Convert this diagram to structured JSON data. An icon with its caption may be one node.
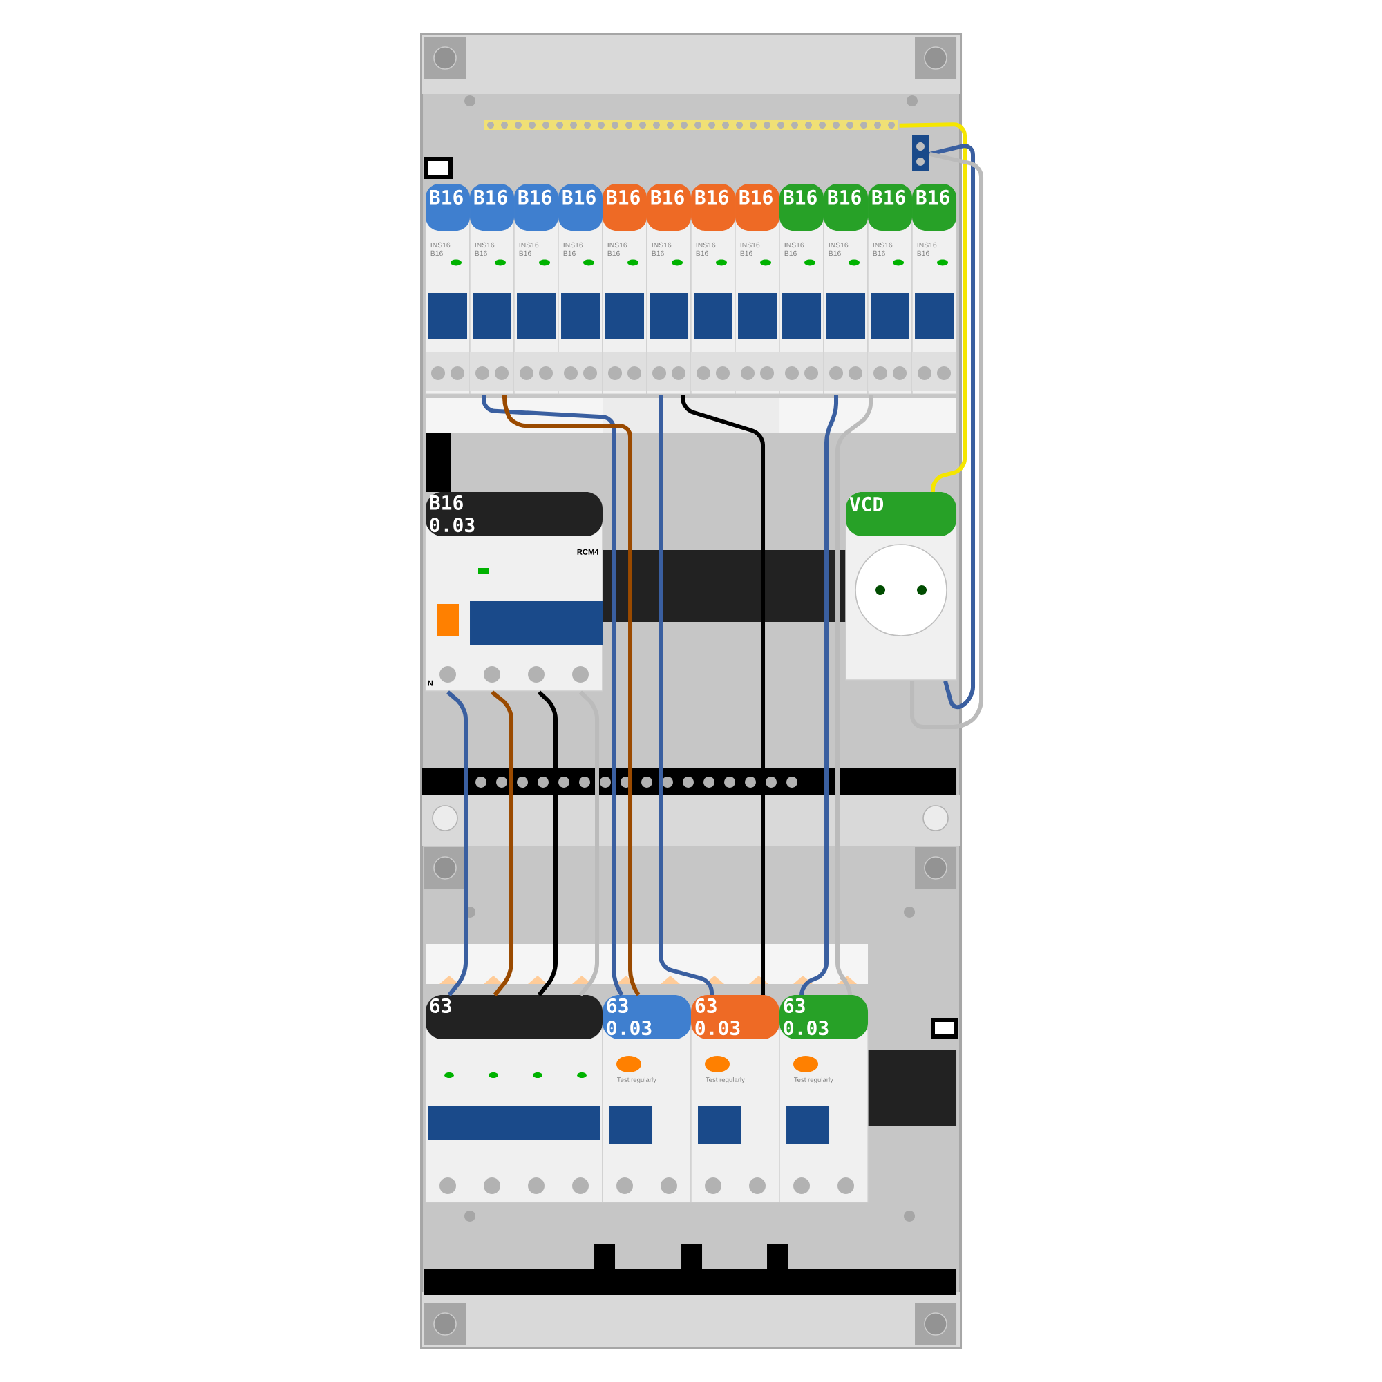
{
  "diagram": {
    "nodes": [
      {
        "text": [
          "B16",
          "INS16 B16"
        ]
      },
      {
        "text": [
          "B16",
          "INS16 B16"
        ]
      },
      {
        "text": [
          "B16",
          "INS16 B16"
        ]
      },
      {
        "text": [
          "B16",
          "INS16 B16"
        ]
      },
      {
        "text": [
          "B16",
          "INS16 B16"
        ]
      },
      {
        "text": [
          "B16",
          "INS16 B16"
        ]
      },
      {
        "text": [
          "B16",
          "INS16 B16"
        ]
      },
      {
        "text": [
          "B16",
          "INS16 B16"
        ]
      },
      {
        "text": [
          "B16",
          "INS16 B16"
        ]
      },
      {
        "text": [
          "B16",
          "INS16 B16"
        ]
      },
      {
        "text": [
          "B16",
          "INS16 B16"
        ]
      },
      {
        "text": [
          "B16",
          "INS16 B16"
        ]
      },
      {
        "text": [
          "B16 0.03",
          "RCM4"
        ]
      },
      {
        "text": [
          "VCD"
        ]
      },
      {
        "text": [
          "63"
        ]
      },
      {
        "text": [
          "63 0.03",
          "Test regularly"
        ]
      },
      {
        "text": [
          "63 0.03",
          "Test regularly"
        ]
      },
      {
        "text": [
          "63 0.03",
          "Test regularly"
        ]
      },
      {
        "text": [],
        "shape": "bar"
      },
      {
        "text": [],
        "shape": "box"
      }
    ],
    "edges": [
      {
        "from": 1,
        "to": 15,
        "arrow": "none"
      },
      {
        "from": 1,
        "to": 15,
        "arrow": "none",
        "color": "#9a4a00"
      },
      {
        "from": 5,
        "to": 16,
        "arrow": "none"
      },
      {
        "from": 5,
        "to": 16,
        "arrow": "none",
        "color": "#000000"
      },
      {
        "from": 9,
        "to": 17,
        "arrow": "none"
      },
      {
        "from": 10,
        "to": 17,
        "arrow": "none",
        "color": "#bbbbbb"
      },
      {
        "from": 12,
        "to": 14,
        "arrow": "none"
      },
      {
        "from": 12,
        "to": 14,
        "arrow": "none",
        "color": "#9a4a00"
      },
      {
        "from": 12,
        "to": 14,
        "arrow": "none",
        "color": "#000000"
      },
      {
        "from": 12,
        "to": 14,
        "arrow": "none",
        "color": "#bbbbbb"
      },
      {
        "from": 18,
        "to": 13,
        "arrow": "none",
        "color": "#f5e600"
      },
      {
        "from": 19,
        "to": 13,
        "arrow": "none"
      },
      {
        "from": 19,
        "to": 13,
        "arrow": "none",
        "color": "#bbbbbb"
      }
    ],
    "labels": [
      "N"
    ]
  }
}
